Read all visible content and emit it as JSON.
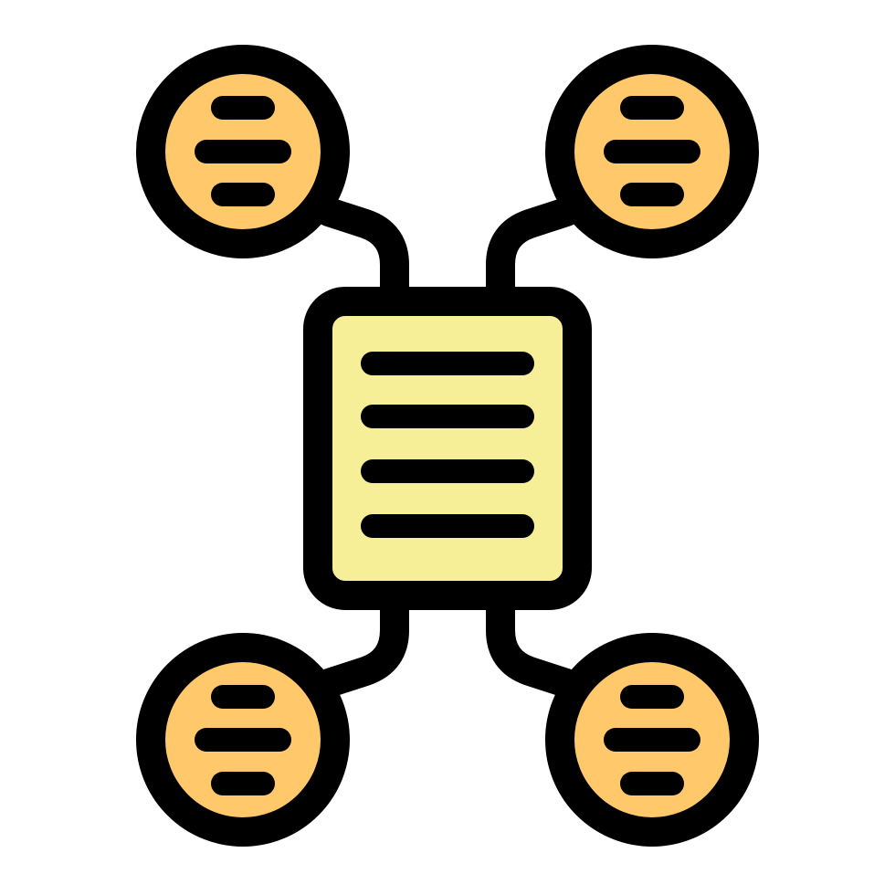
{
  "icon": {
    "name": "mind-map-icon",
    "colors": {
      "stroke": "#000000",
      "node_fill": "#FFC96B",
      "document_fill": "#F7EF98",
      "background": "#FFFFFF"
    },
    "nodes": [
      {
        "name": "top-left-node-icon",
        "lines": 3
      },
      {
        "name": "top-right-node-icon",
        "lines": 3
      },
      {
        "name": "bottom-left-node-icon",
        "lines": 3
      },
      {
        "name": "bottom-right-node-icon",
        "lines": 3
      }
    ],
    "document": {
      "name": "central-document-icon",
      "lines": 4
    }
  }
}
